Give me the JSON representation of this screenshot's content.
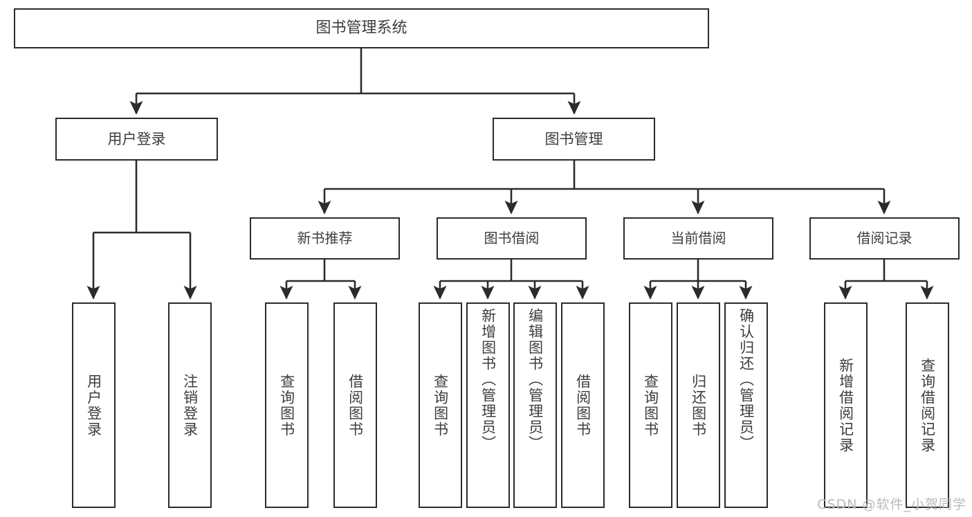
{
  "diagram": {
    "title": "图书管理系统",
    "type": "tree",
    "watermark": "CSDN @软件_小贺同学",
    "colors": {
      "box_border": "#2b2b2b",
      "box_fill": "#ffffff",
      "text": "#3d3d3d",
      "edge": "#2b2b2b",
      "watermark": "#b9b9b9",
      "background": "#ffffff"
    },
    "nodes": {
      "root": {
        "label": "图书管理系统"
      },
      "level1": [
        {
          "id": "user-login",
          "label": "用户登录"
        },
        {
          "id": "book-manage",
          "label": "图书管理"
        }
      ],
      "level2": [
        {
          "id": "new-book-recommend",
          "label": "新书推荐"
        },
        {
          "id": "book-borrow",
          "label": "图书借阅"
        },
        {
          "id": "current-borrow",
          "label": "当前借阅"
        },
        {
          "id": "borrow-record",
          "label": "借阅记录"
        }
      ],
      "leaves": [
        {
          "id": "leaf-user-login",
          "label": "用户登录",
          "parent": "user-login"
        },
        {
          "id": "leaf-user-logout",
          "label": "注销登录",
          "parent": "user-login"
        },
        {
          "id": "leaf-query-book-1",
          "label": "查询图书",
          "parent": "new-book-recommend"
        },
        {
          "id": "leaf-borrow-book-1",
          "label": "借阅图书",
          "parent": "new-book-recommend"
        },
        {
          "id": "leaf-query-book-2",
          "label": "查询图书",
          "parent": "book-borrow"
        },
        {
          "id": "leaf-add-book",
          "label": "新增图书（管理员）",
          "parent": "book-borrow"
        },
        {
          "id": "leaf-edit-book",
          "label": "编辑图书（管理员）",
          "parent": "book-borrow"
        },
        {
          "id": "leaf-borrow-book-2",
          "label": "借阅图书",
          "parent": "book-borrow"
        },
        {
          "id": "leaf-query-book-3",
          "label": "查询图书",
          "parent": "current-borrow"
        },
        {
          "id": "leaf-return-book",
          "label": "归还图书",
          "parent": "current-borrow"
        },
        {
          "id": "leaf-confirm-return",
          "label": "确认归还（管理员）",
          "parent": "current-borrow"
        },
        {
          "id": "leaf-add-record",
          "label": "新增借阅记录",
          "parent": "borrow-record"
        },
        {
          "id": "leaf-query-record",
          "label": "查询借阅记录",
          "parent": "borrow-record"
        }
      ]
    }
  }
}
